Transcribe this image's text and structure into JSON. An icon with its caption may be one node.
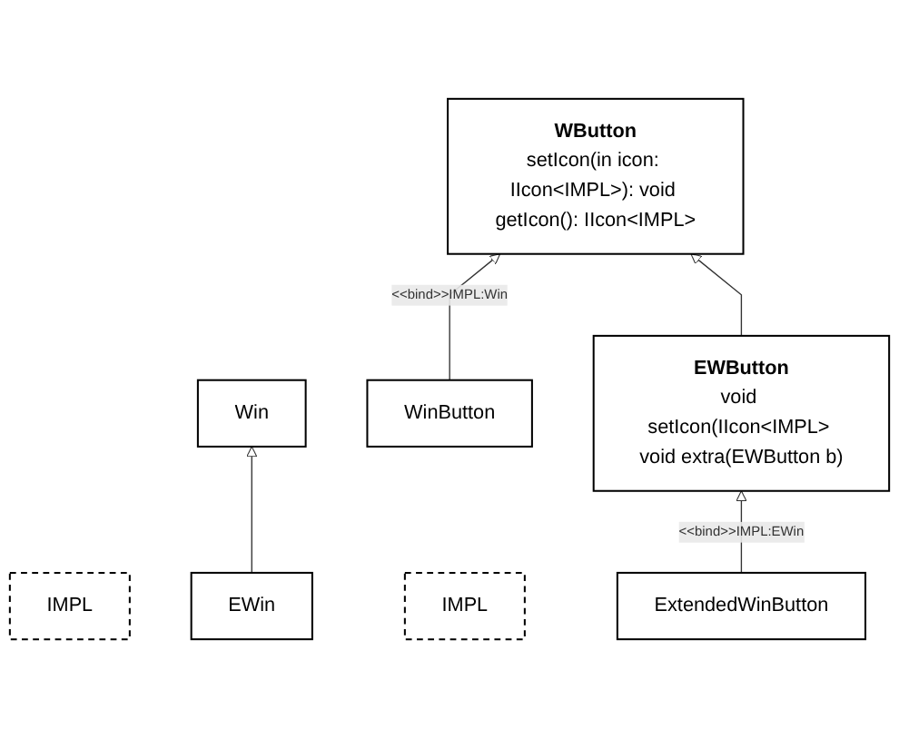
{
  "diagram": {
    "nodes": [
      {
        "text": [
          "WButton",
          "setIcon(in icon: IIcon<IMPL>): void getIcon(): IIcon<IMPL>"
        ]
      },
      {
        "text": [
          "IMPL"
        ]
      },
      {
        "text": [
          "Win"
        ]
      },
      {
        "text": [
          "EWin"
        ]
      },
      {
        "text": [
          "WinButton"
        ]
      },
      {
        "text": [
          "EWButton",
          "void setIcon(IIcon<IMPL> void extra(EWButton b)"
        ]
      },
      {
        "text": [
          "IMPL"
        ]
      },
      {
        "text": [
          "ExtendedWinButton"
        ]
      }
    ],
    "edges": [
      {
        "from": 4,
        "to": 0,
        "arrow": "to",
        "label": "<<bind>>IMPL:Win"
      },
      {
        "from": 5,
        "to": 0,
        "arrow": "to"
      },
      {
        "from": 3,
        "to": 2,
        "arrow": "to"
      },
      {
        "from": 7,
        "to": 5,
        "arrow": "to",
        "label": "<<bind>>IMPL:EWin"
      }
    ]
  }
}
